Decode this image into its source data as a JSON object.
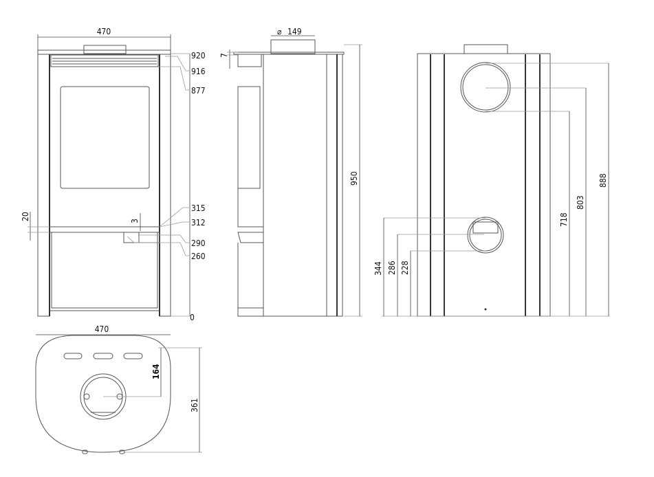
{
  "front_view": {
    "width_label": "470",
    "height_labels": [
      "920",
      "916",
      "877",
      "315",
      "312",
      "290",
      "260",
      "0"
    ],
    "left_dim": "20",
    "small_dim": "3"
  },
  "side_view": {
    "flue_diameter": "149",
    "top_offset": "7",
    "height": "950"
  },
  "rear_view": {
    "right_dims": [
      "888",
      "803",
      "718"
    ],
    "left_dims": [
      "344",
      "286",
      "228"
    ]
  },
  "top_view": {
    "width_label": "470",
    "depth_label": "361",
    "flue_offset": "164"
  }
}
